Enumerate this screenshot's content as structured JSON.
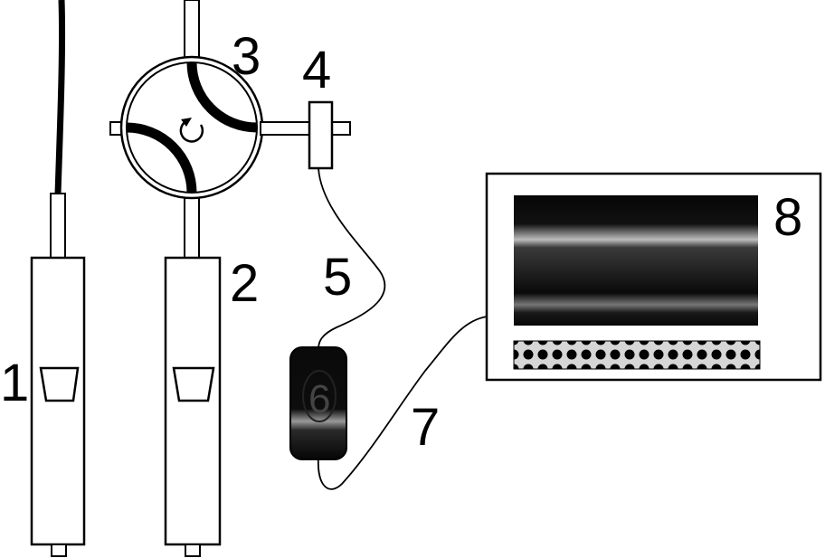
{
  "labels": {
    "one": "1",
    "two": "2",
    "three": "3",
    "four": "4",
    "five": "5",
    "six": "6",
    "seven": "7",
    "eight": "8"
  },
  "components": [
    {
      "id": "1",
      "name": "syringe-pump-1"
    },
    {
      "id": "2",
      "name": "syringe-pump-2"
    },
    {
      "id": "3",
      "name": "rotary-valve"
    },
    {
      "id": "4",
      "name": "t-connector"
    },
    {
      "id": "5",
      "name": "cable-5"
    },
    {
      "id": "6",
      "name": "sensor-unit"
    },
    {
      "id": "7",
      "name": "cable-7"
    },
    {
      "id": "8",
      "name": "display-monitor"
    }
  ]
}
